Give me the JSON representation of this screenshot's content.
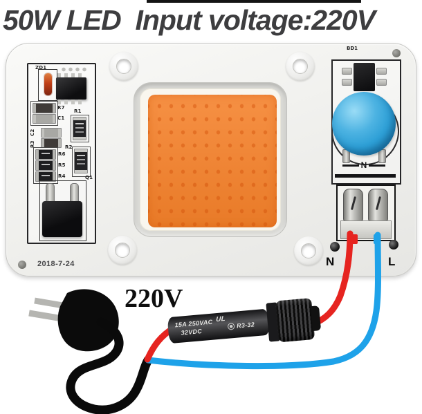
{
  "title": "50W LED  Input voltage:220V",
  "board": {
    "date": "2018-7-24",
    "silkscreen_left": [
      {
        "label": "ZD1"
      },
      {
        "label": "R7"
      },
      {
        "label": "C1"
      },
      {
        "label": "R1"
      },
      {
        "label": "C2"
      },
      {
        "label": "R3"
      },
      {
        "label": "R6"
      },
      {
        "label": "R5"
      },
      {
        "label": "R4"
      },
      {
        "label": "R2"
      },
      {
        "label": "Q1"
      }
    ],
    "silkscreen_right": {
      "bridge_label": "BD1",
      "coil_mark": "N"
    },
    "terminal_labels": {
      "neutral": "N",
      "live": "L"
    }
  },
  "plug": {
    "voltage_label": "220V"
  },
  "fuse": {
    "rating_line1": "15A 250VAC",
    "rating_line2": "32VDC",
    "cert_mark": "UL",
    "model": "R3-32"
  },
  "colors": {
    "wire_red": "#e62420",
    "wire_blue": "#1ea2e9",
    "led_orange": "#f5812a",
    "cap_blue": "#2d9fd6",
    "title_gray": "#3d3d3f"
  }
}
